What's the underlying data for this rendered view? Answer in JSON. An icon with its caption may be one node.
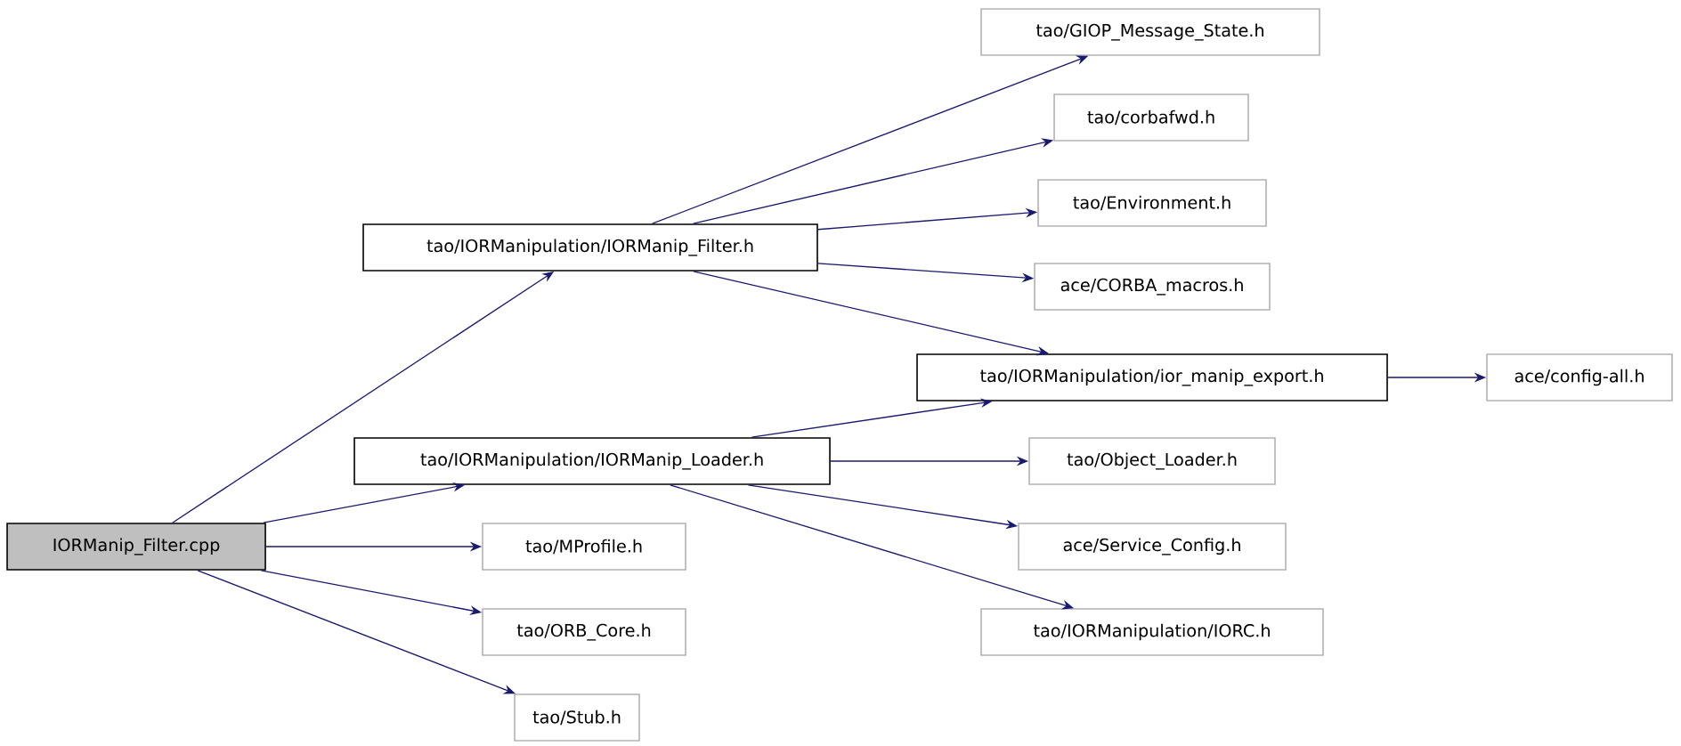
{
  "diagram": {
    "nodes": [
      {
        "text": [
          "IORManip_Filter.cpp"
        ]
      },
      {
        "text": [
          "tao/IORManipulation/IORManip_Filter.h"
        ]
      },
      {
        "text": [
          "tao/GIOP_Message_State.h"
        ]
      },
      {
        "text": [
          "tao/corbafwd.h"
        ]
      },
      {
        "text": [
          "tao/Environment.h"
        ]
      },
      {
        "text": [
          "ace/CORBA_macros.h"
        ]
      },
      {
        "text": [
          "tao/IORManipulation/ior_manip_export.h"
        ]
      },
      {
        "text": [
          "ace/config-all.h"
        ]
      },
      {
        "text": [
          "tao/IORManipulation/IORManip_Loader.h"
        ]
      },
      {
        "text": [
          "tao/Object_Loader.h"
        ]
      },
      {
        "text": [
          "ace/Service_Config.h"
        ]
      },
      {
        "text": [
          "tao/IORManipulation/IORC.h"
        ]
      },
      {
        "text": [
          "tao/MProfile.h"
        ]
      },
      {
        "text": [
          "tao/ORB_Core.h"
        ]
      },
      {
        "text": [
          "tao/Stub.h"
        ]
      }
    ],
    "edges": [
      {
        "from": 0,
        "to": 1,
        "arrow": "to"
      },
      {
        "from": 0,
        "to": 8,
        "arrow": "to"
      },
      {
        "from": 0,
        "to": 12,
        "arrow": "to"
      },
      {
        "from": 0,
        "to": 13,
        "arrow": "to"
      },
      {
        "from": 0,
        "to": 14,
        "arrow": "to"
      },
      {
        "from": 1,
        "to": 2,
        "arrow": "to"
      },
      {
        "from": 1,
        "to": 3,
        "arrow": "to"
      },
      {
        "from": 1,
        "to": 4,
        "arrow": "to"
      },
      {
        "from": 1,
        "to": 5,
        "arrow": "to"
      },
      {
        "from": 1,
        "to": 6,
        "arrow": "to"
      },
      {
        "from": 6,
        "to": 7,
        "arrow": "to"
      },
      {
        "from": 8,
        "to": 6,
        "arrow": "to"
      },
      {
        "from": 8,
        "to": 9,
        "arrow": "to"
      },
      {
        "from": 8,
        "to": 10,
        "arrow": "to"
      },
      {
        "from": 8,
        "to": 11,
        "arrow": "to"
      }
    ]
  }
}
